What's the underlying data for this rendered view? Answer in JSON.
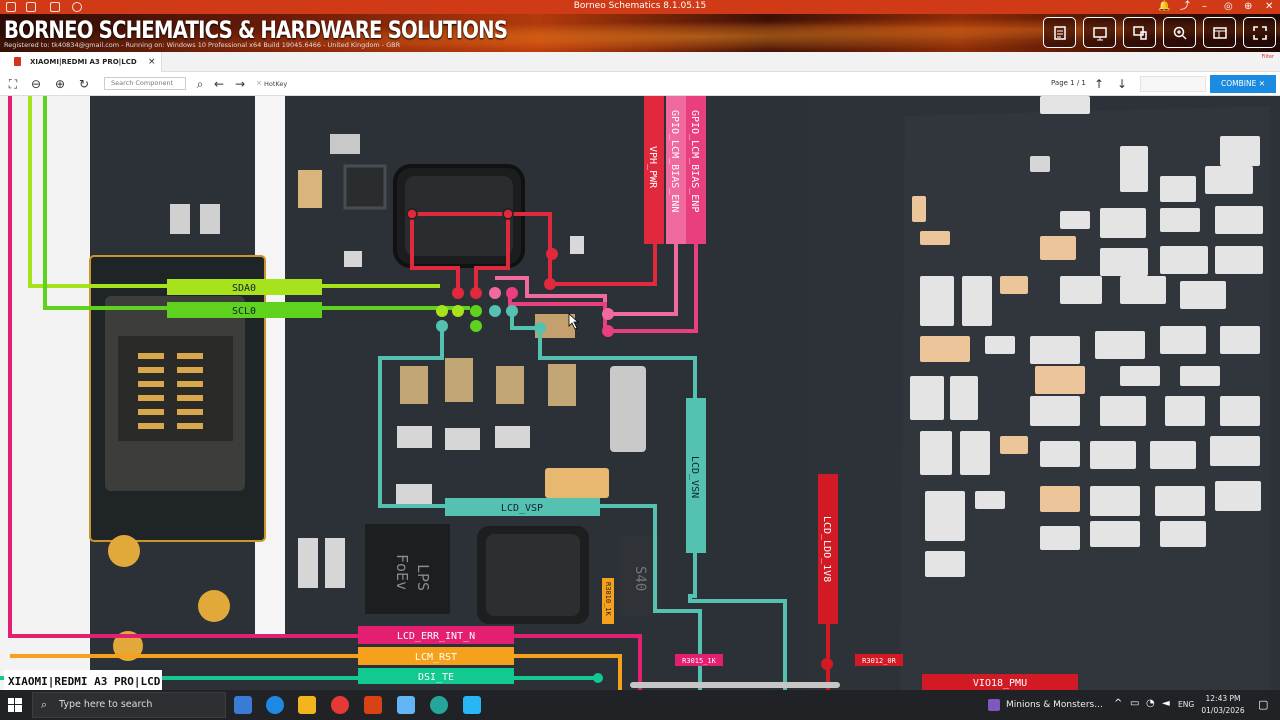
{
  "window": {
    "title": "Borneo Schematics 8.1.05.15"
  },
  "banner": {
    "brand": "BORNEO SCHEMATICS & HARDWARE SOLUTIONS",
    "registration": "Registered to: tk40834@gmail.com - Running on: Windows 10 Professional x64 Build 19045.6466 - United Kingdom - GBR",
    "buttons": [
      "document-icon",
      "monitor-icon",
      "devices-icon",
      "zoom-search-icon",
      "window-icon",
      "fullscreen-icon"
    ]
  },
  "tab": {
    "label": "XIAOMI|REDMI A3 PRO|LCD",
    "close": "×",
    "filter": "Filter"
  },
  "toolbar": {
    "search_placeholder": "Search Component",
    "hotkey_label": "HotKey",
    "hotkey_x": "×",
    "page_label": "Page 1 / 1",
    "combine_label": "COMBINE ✕"
  },
  "board": {
    "board_label": "XIAOMI|REDMI A3 PRO|LCD",
    "nets": {
      "sda": "SDA0",
      "scl": "SCL0",
      "vph": "VPH_PWR",
      "bias_enn": "GPIO_LCM_BIAS_ENN",
      "bias_enp": "GPIO_LCM_BIAS_ENP",
      "vsp": "LCD_VSP",
      "vsn": "LCD_VSN",
      "ldo": "LCD_LDO_1V8",
      "err": "LCD_ERR_INT_N",
      "rst": "LCM_RST",
      "te": "DSI_TE",
      "vio": "VIO18_PMU"
    },
    "components": {
      "r3010": "R3010_1K",
      "r3015": "R3015_1K",
      "r3012": "R3012_0R"
    },
    "colors": {
      "sda": "#a6e31c",
      "scl": "#5fd21e",
      "vph": "#e0293d",
      "enn": "#f06aa0",
      "enp": "#ea3f7e",
      "vsp": "#55c1b0",
      "err": "#e21f71",
      "rst": "#f6a11b",
      "te": "#12c990",
      "ldo": "#d11a24"
    }
  },
  "taskbar": {
    "search_placeholder": "Type here to search",
    "media": "Minions & Monsters...",
    "lang": "ENG",
    "time": "12:43 PM",
    "date": "01/03/2026"
  }
}
